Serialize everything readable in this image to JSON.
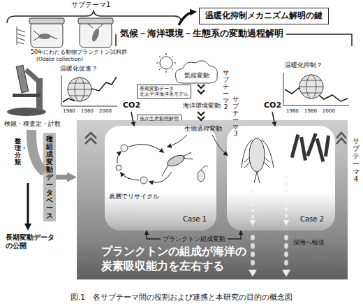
{
  "diagram": {
    "caption": "図.1　各サブテーマ間の役割および連携と本研究の目的の概念図",
    "nodes": [
      {
        "text": [
          "温暖化抑制メカニズム解明の鍵"
        ]
      },
      {
        "text": [
          "種組成変動データベース"
        ]
      },
      {
        "text": [
          "長期変動データ 北太平洋海洋系モデル"
        ]
      },
      {
        "text": [
          "低次生産動態解明"
        ]
      },
      {
        "text": [
          "プランクトンの組成が海洋の炭素吸収能力を左右する"
        ]
      },
      {
        "text": [
          "表層でリサイクル",
          "Case 1"
        ],
        "in": 4
      },
      {
        "text": [
          "Case 2"
        ],
        "in": 4
      }
    ],
    "edges": [
      {
        "from": 5,
        "to": 6,
        "arrow": "both",
        "label": "プランクトン組成変動"
      },
      {
        "from": 1,
        "to": 4,
        "arrow": "to"
      }
    ],
    "labels": [
      "サブテーマ1",
      "気候－海洋環境－生態系の変動過程解明",
      "50年にわたる動物プランクトン試料群",
      "(Odate collection)",
      "温暖化促進？",
      "1960 1980 2000",
      "検鏡・種査定・計数",
      "整理・分類",
      "長期変動データの公開",
      "気候変動",
      "海洋環境変動",
      "生物過程変動",
      "サブテーマ2",
      "サブテーマ3",
      "温暖化抑制？",
      "1960 1980 2000",
      "サブテーマ4",
      "CO2",
      "CO2",
      "深海へ輸送"
    ]
  }
}
